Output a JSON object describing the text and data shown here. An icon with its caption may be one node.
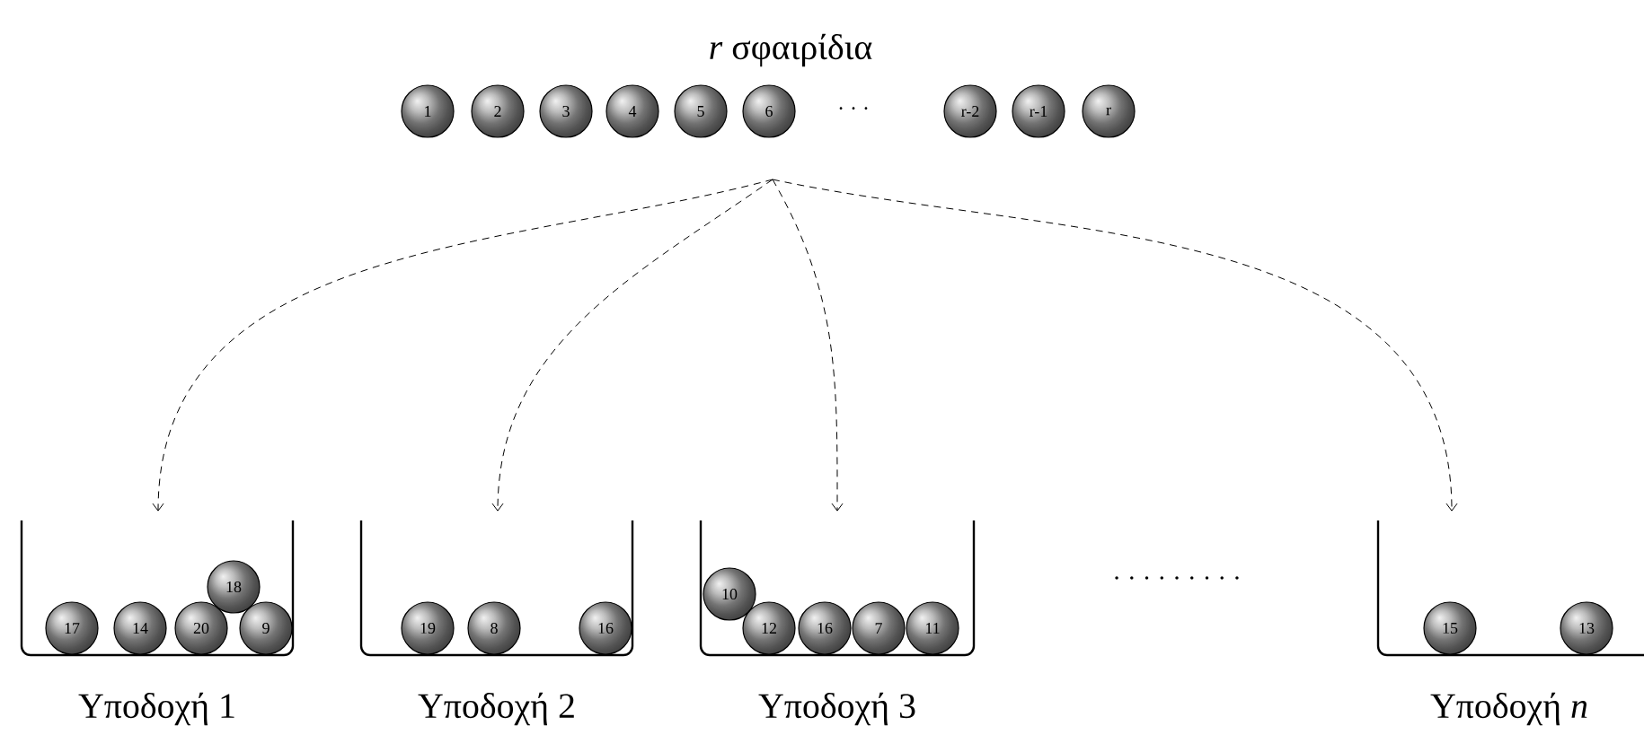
{
  "diagram": {
    "title": "*r* σφαιρίδια",
    "nodes": [
      {
        "text": [
          "1"
        ]
      },
      {
        "text": [
          "2"
        ]
      },
      {
        "text": [
          "3"
        ]
      },
      {
        "text": [
          "4"
        ]
      },
      {
        "text": [
          "5"
        ]
      },
      {
        "text": [
          "6"
        ]
      },
      {
        "text": [
          "r-2"
        ]
      },
      {
        "text": [
          "r-1"
        ]
      },
      {
        "text": [
          "r"
        ]
      },
      {
        "text": [
          "Υποδοχή 1"
        ]
      },
      {
        "text": [
          "18"
        ],
        "in": 9
      },
      {
        "text": [
          "17"
        ],
        "in": 9
      },
      {
        "text": [
          "14"
        ],
        "in": 9
      },
      {
        "text": [
          "20"
        ],
        "in": 9
      },
      {
        "text": [
          "9"
        ],
        "in": 9
      },
      {
        "text": [
          "Υποδοχή 2"
        ]
      },
      {
        "text": [
          "19"
        ],
        "in": 15
      },
      {
        "text": [
          "8"
        ],
        "in": 15
      },
      {
        "text": [
          "16"
        ],
        "in": 15
      },
      {
        "text": [
          "Υποδοχή 3"
        ]
      },
      {
        "text": [
          "10"
        ],
        "in": 19
      },
      {
        "text": [
          "12"
        ],
        "in": 19
      },
      {
        "text": [
          "16"
        ],
        "in": 19
      },
      {
        "text": [
          "7"
        ],
        "in": 19
      },
      {
        "text": [
          "11"
        ],
        "in": 19
      },
      {
        "text": [
          "Υποδοχή *n*"
        ]
      },
      {
        "text": [
          "15"
        ],
        "in": 25
      },
      {
        "text": [
          "13"
        ],
        "in": 25
      }
    ],
    "edges": [
      {
        "from": null,
        "to": 9,
        "arrow": "to",
        "style": "dashed"
      },
      {
        "from": null,
        "to": 15,
        "arrow": "to",
        "style": "dashed"
      },
      {
        "from": null,
        "to": 19,
        "arrow": "to",
        "style": "dashed"
      },
      {
        "from": null,
        "to": 25,
        "arrow": "to",
        "style": "dashed"
      }
    ],
    "labels": [
      "· · ·",
      ". . . . . . . . ."
    ]
  }
}
